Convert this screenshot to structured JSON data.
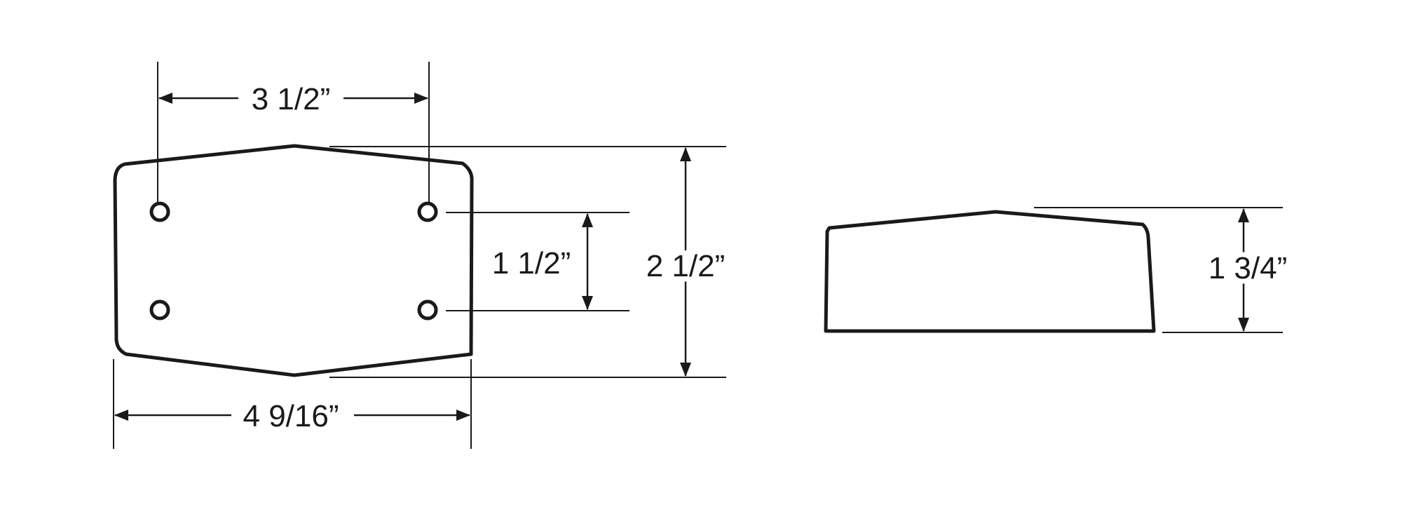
{
  "dimensions": {
    "hole_spacing_width": "3 1/2”",
    "hole_spacing_height": "1 1/2”",
    "overall_height": "2 1/2”",
    "overall_width": "4 9/16”",
    "side_depth": "1 3/4”"
  },
  "colors": {
    "line": "#1a1a1a",
    "background": "#ffffff"
  }
}
